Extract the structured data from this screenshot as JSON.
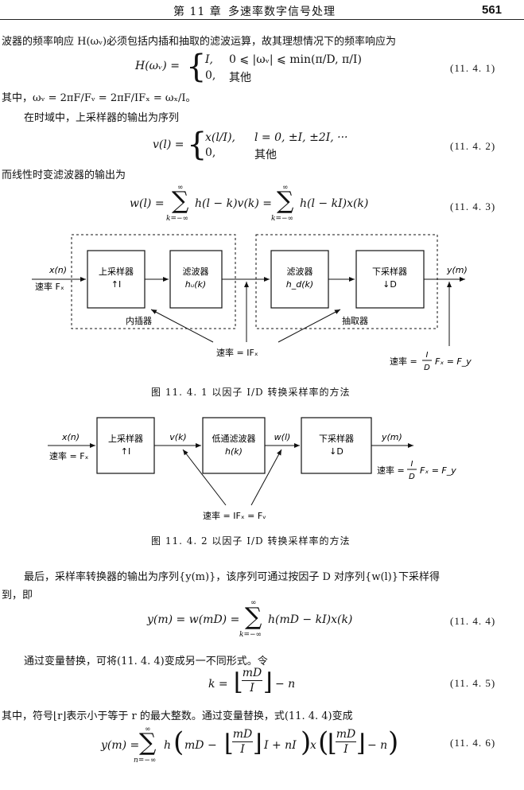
{
  "header": {
    "chapter": "第 11 章",
    "title": "多速率数字信号处理",
    "page": "561"
  },
  "para1": "波器的频率响应 H(ωᵥ)必须包括内插和抽取的滤波运算，故其理想情况下的频率响应为",
  "eq1": {
    "lhs": "H(ωᵥ) =",
    "case1_val": "I,",
    "case1_cond": "0 ⩽ |ωᵥ| ⩽ min(π/D, π/I)",
    "case2_val": "0,",
    "case2_cond": "其他",
    "num": "(11. 4. 1)"
  },
  "para2": "其中，ωᵥ = 2πF/Fᵥ = 2πF/IFₓ = ωₓ/I。",
  "para3": "在时域中，上采样器的输出为序列",
  "eq2": {
    "lhs": "v(l) =",
    "case1_val": "x(l/I),",
    "case1_cond": "l = 0, ±I, ±2I, ···",
    "case2_val": "0,",
    "case2_cond": "其他",
    "num": "(11. 4. 2)"
  },
  "para4": "而线性时变滤波器的输出为",
  "eq3": {
    "lhs": "w(l) =",
    "sum_top": "∞",
    "sum_bot": "k=−∞",
    "term1": "h(l − k)v(k) =",
    "term2": "h(l − kI)x(k)",
    "num": "(11. 4. 3)"
  },
  "fig1": {
    "input": "x(n)",
    "input_rate": "速率 Fₓ",
    "box_up": "上采样器",
    "box_up_sub": "↑I",
    "box_filter_u": "滤波器",
    "box_filter_u_sub": "hᵤ(k)",
    "box_filter_d": "滤波器",
    "box_filter_d_sub": "h_d(k)",
    "box_down": "下采样器",
    "box_down_sub": "↓D",
    "output": "y(m)",
    "interp_label": "内插器",
    "decim_label": "抽取器",
    "mid_rate": "速率 = IFₓ",
    "out_rate_prefix": "速率 =",
    "out_rate_num": "I",
    "out_rate_den": "D",
    "out_rate_suffix": "Fₓ = F_y",
    "caption": "图 11. 4. 1   以因子 I/D 转换采样率的方法"
  },
  "fig2": {
    "input": "x(n)",
    "input_rate": "速率 = Fₓ",
    "box_up": "上采样器",
    "box_up_sub": "↑I",
    "sig_v": "v(k)",
    "box_lp": "低通滤波器",
    "box_lp_sub": "h(k)",
    "sig_w": "w(l)",
    "box_down": "下采样器",
    "box_down_sub": "↓D",
    "output": "y(m)",
    "out_rate_prefix": "速率 =",
    "out_rate_num": "I",
    "out_rate_den": "D",
    "out_rate_suffix": "Fₓ = F_y",
    "mid_rate": "速率 = IFₓ = Fᵥ",
    "caption": "图 11. 4. 2   以因子 I/D 转换采样率的方法"
  },
  "para5a": "最后，采样率转换器的输出为序列{y(m)}，该序列可通过按因子 D 对序列{w(l)}下采样得",
  "para5b": "到，即",
  "eq4": {
    "lhs": "y(m) = w(mD) =",
    "sum_top": "∞",
    "sum_bot": "k=−∞",
    "term": "h(mD − kI)x(k)",
    "num": "(11. 4. 4)"
  },
  "para6": "通过变量替换，可将(11. 4. 4)变成另一不同形式。令",
  "eq5": {
    "lhs": "k =",
    "frac_num": "mD",
    "frac_den": "I",
    "rhs": "− n",
    "num": "(11. 4. 5)"
  },
  "para7": "其中，符号⌊r⌋表示小于等于 r 的最大整数。通过变量替换，式(11. 4. 4)变成",
  "eq6": {
    "lhs": "y(m) =",
    "sum_top": "∞",
    "sum_bot": "n=−∞",
    "h": "h",
    "part1": "mD −",
    "frac_num": "mD",
    "frac_den": "I",
    "part2": "I + nI",
    "x": "x",
    "part3": "− n",
    "num": "(11. 4. 6)"
  }
}
